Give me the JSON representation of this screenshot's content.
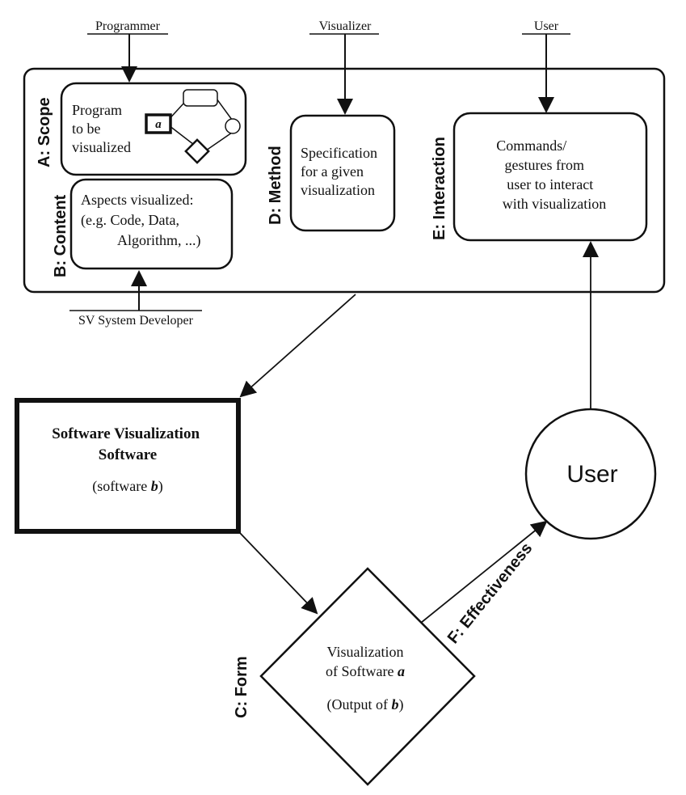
{
  "roles": {
    "programmer": "Programmer",
    "visualizer": "Visualizer",
    "user_top": "User",
    "sv_developer": "SV System Developer"
  },
  "labels": {
    "scope": "A:  Scope",
    "content": "B:  Content",
    "method": "D:  Method",
    "interaction": "E:  Interaction",
    "form": "C:  Form",
    "effectiveness": "F:  Effectiveness"
  },
  "boxes": {
    "program": [
      "Program",
      "to be",
      "visualized"
    ],
    "program_marker": "a",
    "aspects": [
      "Aspects visualized:",
      "(e.g.  Code,  Data,",
      "Algorithm, ...)"
    ],
    "method": [
      "Specification",
      "for a given",
      "visualization"
    ],
    "interaction": [
      "Commands/",
      "gestures from",
      "user to interact",
      "with visualization"
    ],
    "software_title": [
      "Software Visualization",
      "Software"
    ],
    "software_sub_prefix": "(software  ",
    "software_sub_var": "b",
    "software_sub_suffix": ")",
    "user_circle": "User",
    "visualization_line1": "Visualization",
    "visualization_line2_prefix": "of Software ",
    "visualization_line2_var": "a",
    "visualization_line3_prefix": "(Output of ",
    "visualization_line3_var": "b",
    "visualization_line3_suffix": ")"
  }
}
